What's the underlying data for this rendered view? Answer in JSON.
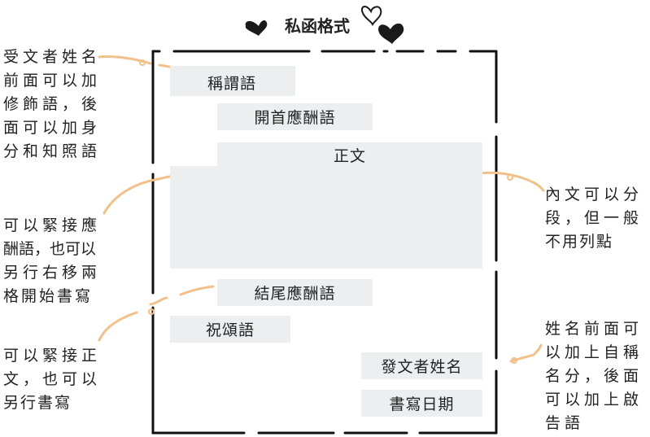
{
  "title": "私函格式",
  "letter": {
    "salutation": "稱謂語",
    "opening_greeting": "開首應酬語",
    "body": "正文",
    "closing_greeting": "結尾應酬語",
    "blessing": "祝頌語",
    "sender_name": "發文者姓名",
    "date": "書寫日期"
  },
  "notes": {
    "left_top": [
      "受文者姓名",
      "前面可以加",
      "修飾語，後",
      "面可以加身",
      "分和知照語"
    ],
    "left_middle": [
      "可以緊接應",
      "酬語，也可以",
      "另行右移兩",
      "格開始書寫"
    ],
    "left_bottom": [
      "可以緊接正",
      "文，也可以",
      "另行書寫"
    ],
    "right_middle": [
      "內文可以分",
      "段，但一般",
      "不用列點"
    ],
    "right_bottom": [
      "姓名前面可",
      "以加上自稱",
      "名分，後面",
      "可以加上啟",
      "告語"
    ]
  },
  "colors": {
    "frame": "#111111",
    "field_fill": "#eceeef",
    "connector": "#f2c089",
    "heart": "#1a1a1a"
  }
}
